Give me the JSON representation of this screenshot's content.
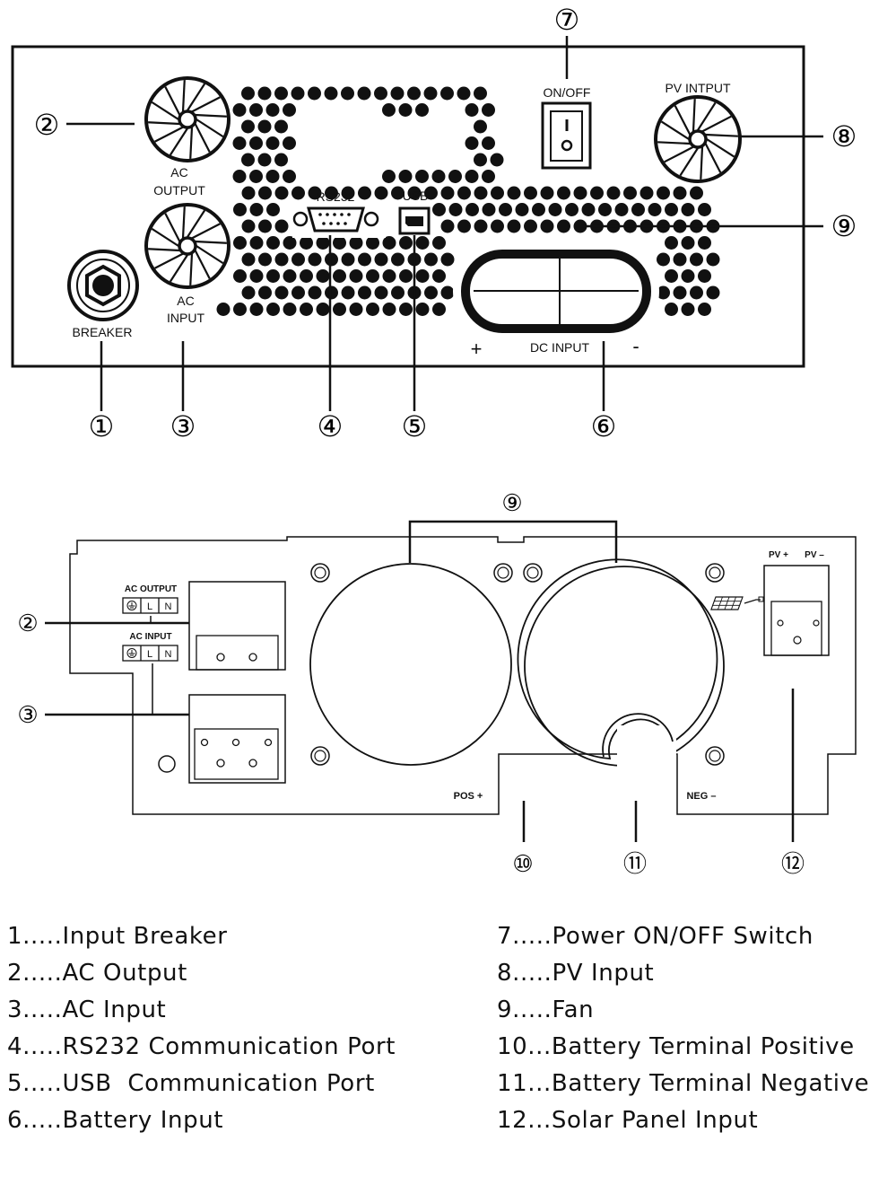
{
  "top_panel": {
    "breaker_label": "BREAKER",
    "ac_output_label_1": "AC",
    "ac_output_label_2": "OUTPUT",
    "ac_input_label_1": "AC",
    "ac_input_label_2": "INPUT",
    "rs232_label": "RS232",
    "usb_label": "USB",
    "on_off_label": "ON/OFF",
    "pv_input_label": "PV INTPUT",
    "dc_input_label": "DC INPUT",
    "plus_sign": "+",
    "minus_sign": "-"
  },
  "top_callouts": [
    "①",
    "②",
    "③",
    "④",
    "⑤",
    "⑥",
    "⑦",
    "⑧",
    "⑨"
  ],
  "bottom_panel": {
    "ac_output_label": "AC OUTPUT",
    "ac_input_label": "AC INPUT",
    "terminal_l": "L",
    "terminal_n": "N",
    "pv_plus_label": "PV +",
    "pv_minus_label": "PV –",
    "pos_label": "POS +",
    "neg_label": "NEG –"
  },
  "bottom_callouts": [
    "⑨",
    "②",
    "③",
    "⑩",
    "⑪",
    "⑫"
  ],
  "legend": {
    "left": [
      "1.....Input Breaker",
      "2.....AC Output",
      "3.....AC Input",
      "4.....RS232 Communication Port",
      "5.....USB  Communication Port",
      "6.....Battery Input"
    ],
    "right": [
      "7.....Power ON/OFF Switch",
      "8.....PV Input",
      "9.....Fan",
      "10...Battery Terminal Positive",
      "11...Battery Terminal Negative",
      "12...Solar Panel Input"
    ]
  }
}
